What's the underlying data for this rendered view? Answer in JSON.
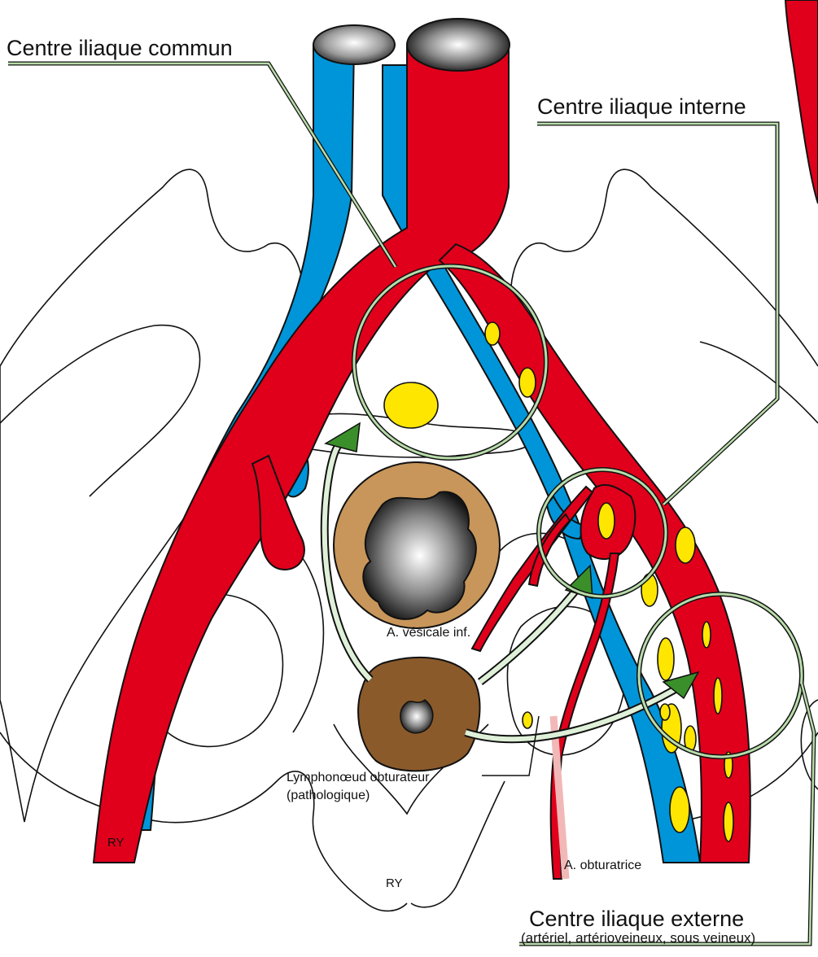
{
  "labels": {
    "common_center": "Centre iliaque commun",
    "internal_center": "Centre iliaque interne",
    "external_center": "Centre iliaque externe",
    "external_sub": "(artériel, artérioveineux, sous veineux)",
    "vesical_artery": "A. vésicale inf.",
    "obturator_node_1": "Lymphonœud obturateur",
    "obturator_node_2": "(pathologique)",
    "obturator_artery": "A. obturatrice",
    "initials_left": "RY",
    "initials_center": "RY"
  },
  "colors": {
    "artery": "#e0001b",
    "vein": "#0095d9",
    "lymph_node": "#ffe600",
    "pathologic_node": "#8b5a2b",
    "bladder_wall": "#c8965a",
    "arrow": "#3a8f2a",
    "leader_line": "#7fbf6a"
  }
}
